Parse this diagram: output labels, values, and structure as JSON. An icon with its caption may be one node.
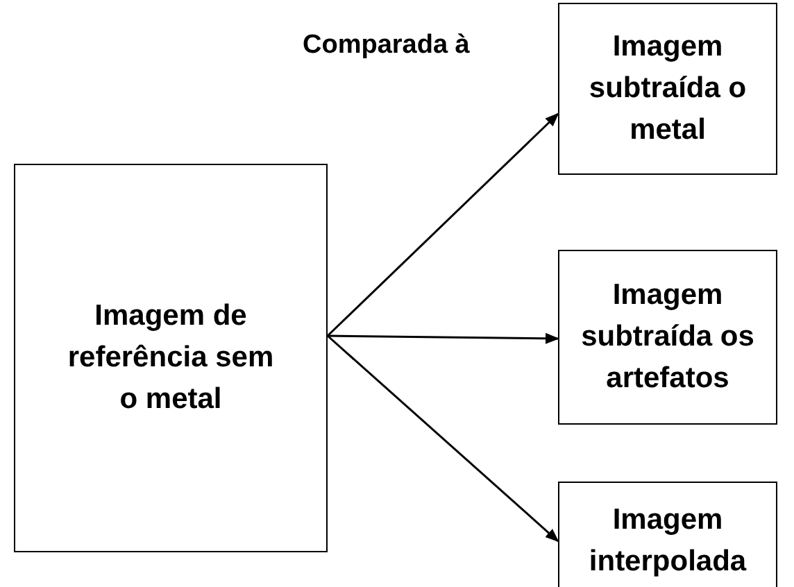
{
  "diagram": {
    "nodes": [
      {
        "text": [
          "Imagem de referência sem o metal"
        ]
      },
      {
        "text": [
          "Imagem subtraída o metal"
        ]
      },
      {
        "text": [
          "Imagem subtraída os artefatos"
        ]
      },
      {
        "text": [
          "Imagem interpolada"
        ]
      }
    ],
    "edges": [
      {
        "from": 0,
        "to": 1,
        "arrow": "to"
      },
      {
        "from": 0,
        "to": 2,
        "arrow": "to"
      },
      {
        "from": 0,
        "to": 3,
        "arrow": "to"
      }
    ],
    "labels": [
      "Comparada à"
    ]
  }
}
